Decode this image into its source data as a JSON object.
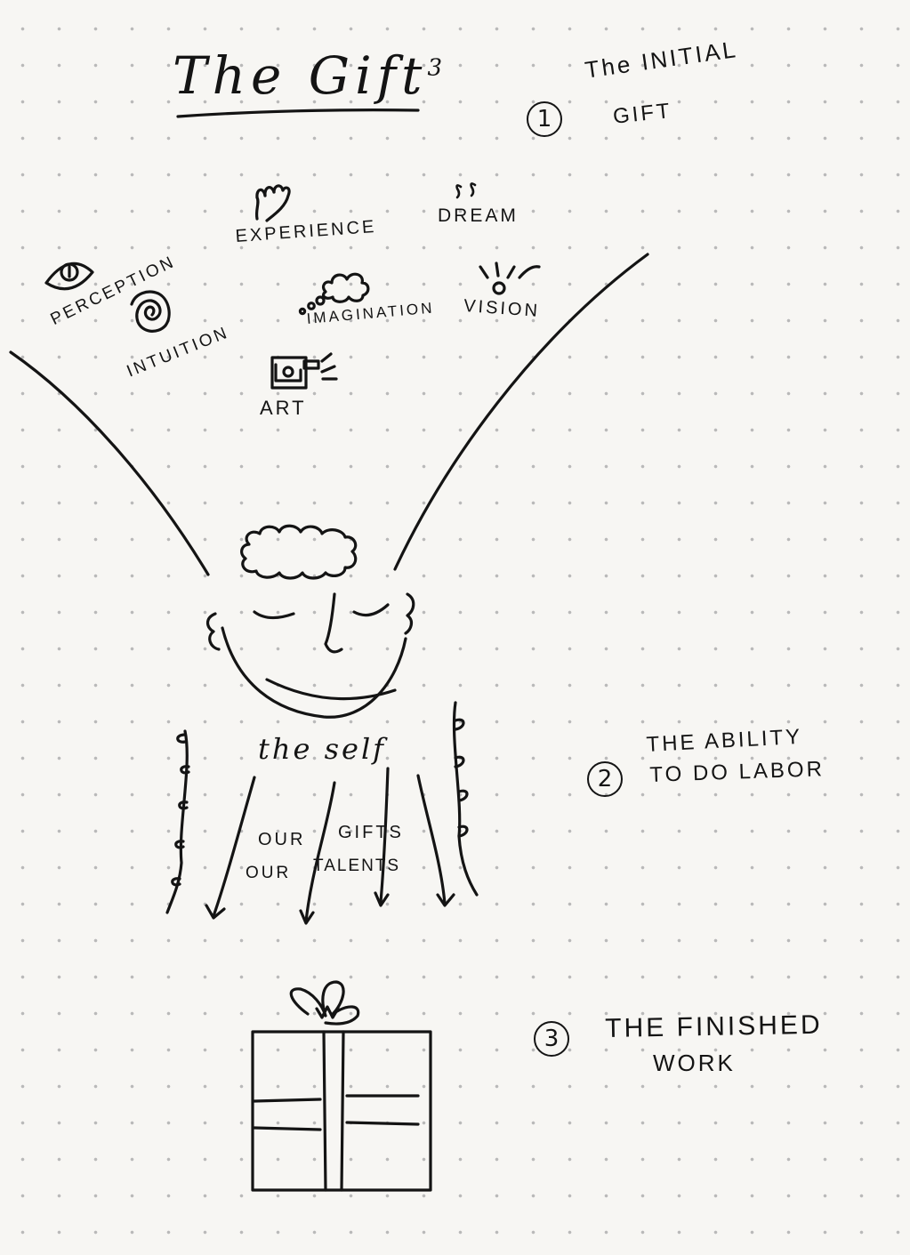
{
  "title": {
    "main": "The Gift",
    "superscript": "3"
  },
  "stages": [
    {
      "number": "1",
      "line1": "The INITIAL",
      "line2": "GIFT"
    },
    {
      "number": "2",
      "line1": "THE ABILITY",
      "line2": "TO DO LABOR"
    },
    {
      "number": "3",
      "line1": "THE FINISHED",
      "line2": "WORK"
    }
  ],
  "sources": {
    "perception": "PERCEPTION",
    "experience": "EXPERIENCE",
    "dream": "DREAM",
    "intuition": "INTUITION",
    "imagination": "IMAGINATION",
    "vision": "VISION",
    "art": "ART"
  },
  "self_label": "the self",
  "gifts": {
    "line1_a": "OUR",
    "line1_b": "GIFTS",
    "line2_a": "OUR",
    "line2_b": "TALENTS"
  },
  "icons": [
    "eye-icon",
    "hand-icon",
    "dream-icon",
    "spiral-icon",
    "cloud-icon",
    "light-icon",
    "painting-icon",
    "brain-icon",
    "gift-box-icon"
  ],
  "colors": {
    "ink": "#141414",
    "paper": "#f7f6f3",
    "dots": "#b9b9b9"
  }
}
